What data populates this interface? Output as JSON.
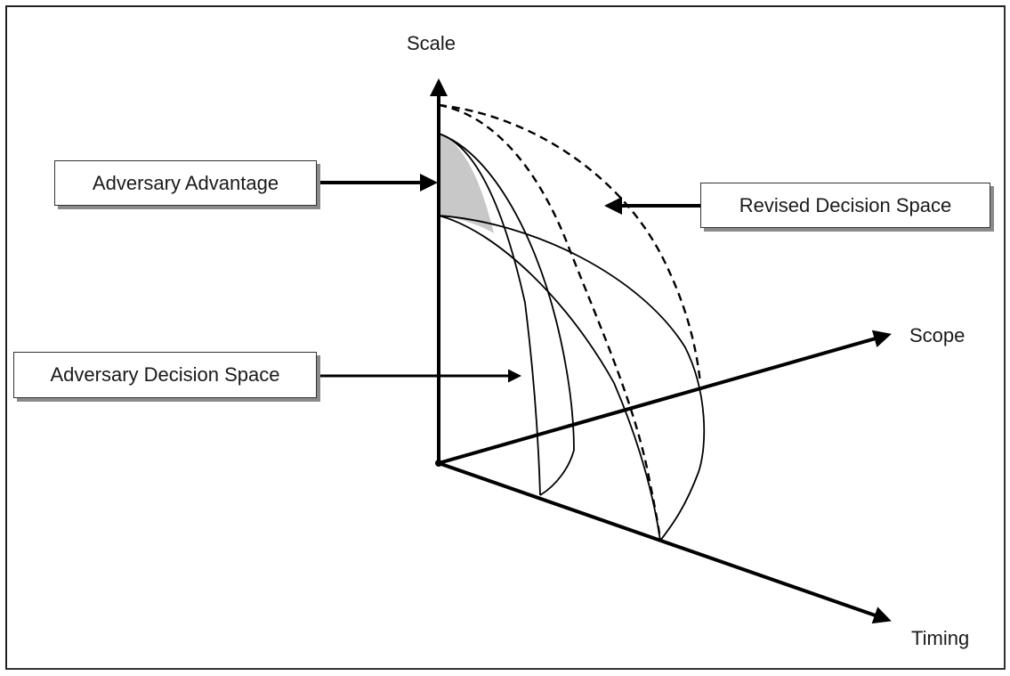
{
  "diagram": {
    "axes": {
      "scale_label": "Scale",
      "scope_label": "Scope",
      "timing_label": "Timing"
    },
    "callouts": {
      "adversary_advantage": "Adversary Advantage",
      "adversary_decision_space": "Adversary Decision Space",
      "revised_decision_space": "Revised Decision Space"
    },
    "colors": {
      "ink": "#000000",
      "advantage_fill": "#c8c8c8",
      "shadow": "#8a8a8a"
    },
    "legend": {
      "solid_curves": "Adversary Decision Space",
      "dashed_curves": "Revised Decision Space",
      "shaded_region": "Adversary Advantage"
    }
  }
}
